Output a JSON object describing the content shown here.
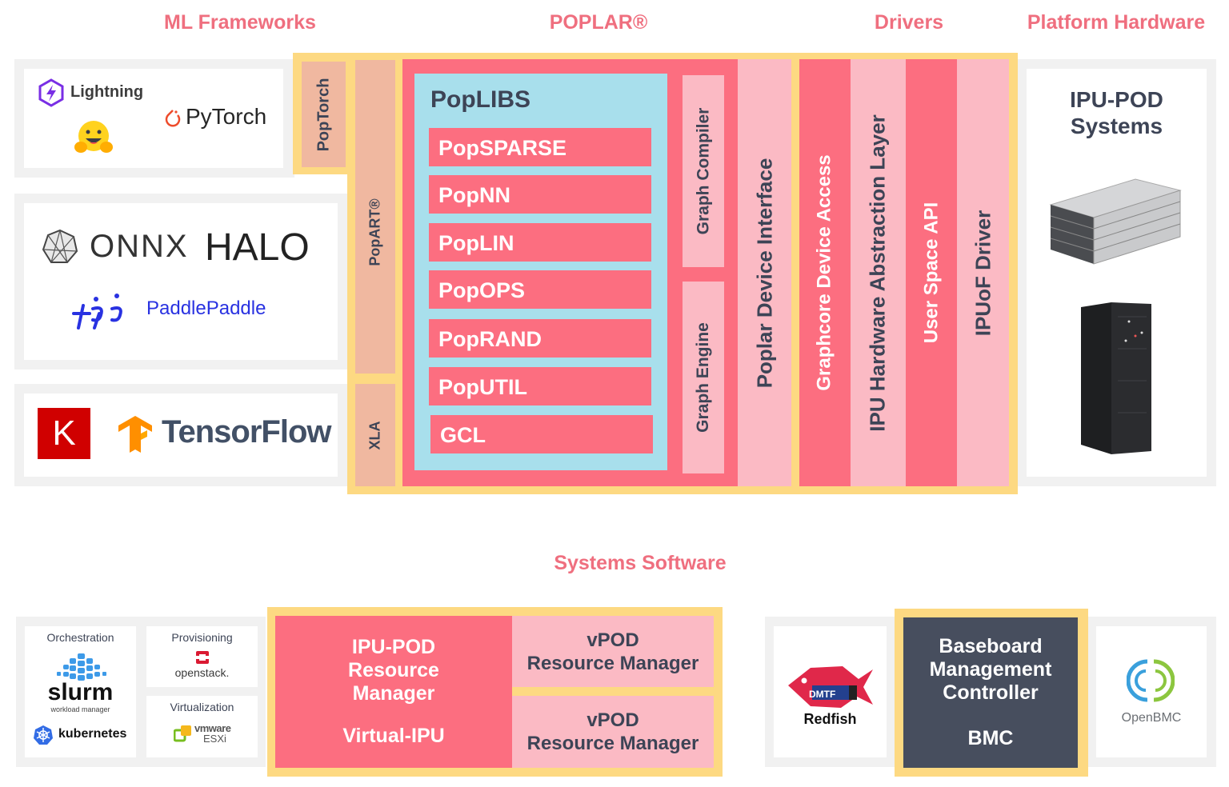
{
  "headers": {
    "ml_frameworks": "ML Frameworks",
    "poplar": "POPLAR®",
    "drivers": "Drivers",
    "platform_hardware": "Platform Hardware",
    "systems_software": "Systems Software"
  },
  "frameworks": {
    "group1": {
      "lightning": "Lightning",
      "pytorch": "PyTorch",
      "huggingface_icon": "hugging-face-emoji"
    },
    "group2": {
      "onnx": "ONNX",
      "halo": "HALO",
      "paddle": "PaddlePaddle"
    },
    "group3": {
      "keras": "K",
      "tensorflow": "TensorFlow"
    }
  },
  "bridges": {
    "poptorch": "PopTorch",
    "popart": "PopART®",
    "xla": "XLA"
  },
  "poplar": {
    "poplibs_title": "PopLIBS",
    "libs": [
      "PopSPARSE",
      "PopNN",
      "PopLIN",
      "PopOPS",
      "PopRAND",
      "PopUTIL",
      "GCL"
    ],
    "graph_compiler": "Graph Compiler",
    "graph_engine": "Graph Engine",
    "device_interface": "Poplar Device Interface"
  },
  "drivers": {
    "layers": [
      "Graphcore Device Access",
      "IPU Hardware Abstraction Layer",
      "User Space API",
      "IPUoF Driver"
    ]
  },
  "hardware": {
    "title_line1": "IPU-POD",
    "title_line2": "Systems"
  },
  "systems_software": {
    "orchestration": {
      "label": "Orchestration",
      "slurm": "slurm",
      "slurm_sub": "workload manager",
      "kubernetes": "kubernetes"
    },
    "provisioning": {
      "label": "Provisioning",
      "openstack": "openstack."
    },
    "virtualization": {
      "label": "Virtualization",
      "vmware": "vmware",
      "esxi": "ESXi"
    },
    "resource_manager": {
      "line1": "IPU-POD",
      "line2": "Resource",
      "line3": "Manager",
      "virtual_ipu": "Virtual-IPU"
    },
    "vpod1": {
      "line1": "vPOD",
      "line2": "Resource Manager"
    },
    "vpod2": {
      "line1": "vPOD",
      "line2": "Resource Manager"
    },
    "redfish": {
      "dmtf": "DMTF",
      "label": "Redfish"
    },
    "bmc": {
      "line1": "Baseboard",
      "line2": "Management",
      "line3": "Controller",
      "abbr": "BMC"
    },
    "openbmc": "OpenBMC"
  }
}
